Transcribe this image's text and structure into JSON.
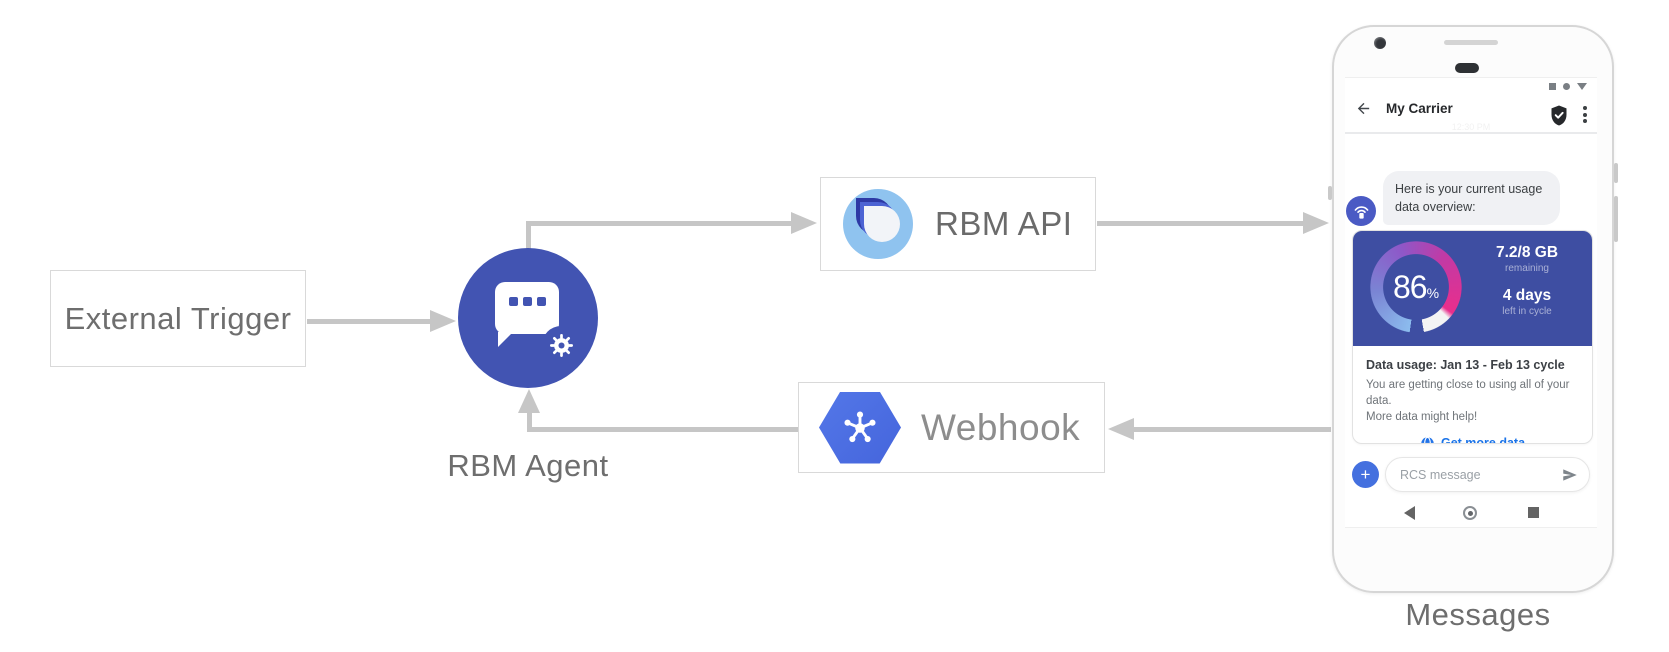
{
  "diagram": {
    "external_trigger_label": "External Trigger",
    "rbm_agent_label": "RBM Agent",
    "rbm_api_label": "RBM API",
    "webhook_label": "Webhook",
    "messages_label": "Messages"
  },
  "phone": {
    "header": {
      "title": "My Carrier"
    },
    "timestamp": "12:30 PM",
    "bot_message": "Here is your current usage data overview:",
    "usage_card": {
      "gauge_percent": "86",
      "gauge_percent_suffix": "%",
      "remaining_value": "7.2/8 GB",
      "remaining_label": "remaining",
      "cycle_value": "4 days",
      "cycle_label": "left in cycle",
      "title": "Data usage: Jan 13 - Feb 13 cycle",
      "body_line1": "You are getting close to using all of your data.",
      "body_line2": "More data might help!",
      "cta_label": "Get more data"
    },
    "composer": {
      "placeholder": "RCS message",
      "plus_label": "+"
    }
  },
  "colors": {
    "agent_circle": "#4254B2",
    "card_blue": "#3E4EA2",
    "link_blue": "#1A73E8",
    "plus_button": "#4470DF",
    "arrow_gray": "#C6C6C6",
    "gauge_start_blue": "#8CBCEE",
    "gauge_end_pink": "#E92E8C",
    "logo_light_blue": "#8FC3EF",
    "hexagon_blue": "#4B6CE2"
  }
}
